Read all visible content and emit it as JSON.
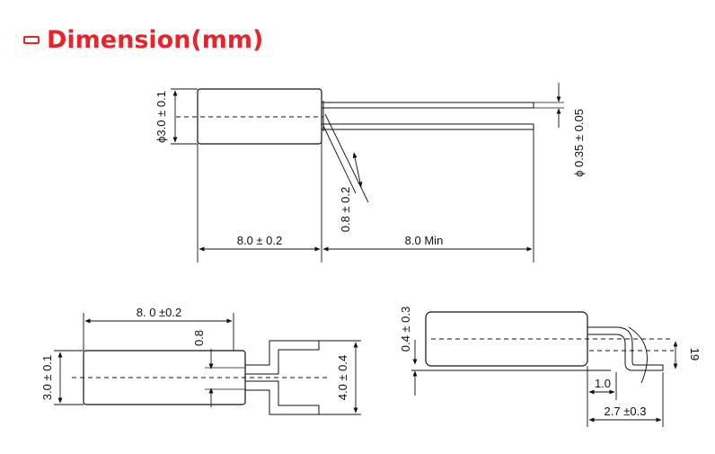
{
  "header": {
    "icon": "minus-box-icon",
    "accent_color": "#e8232a",
    "title": "Dimension(mm)"
  },
  "top_view": {
    "diameter_body": "ϕ3.0 ± 0.1",
    "lead_diameter": "ϕ 0.35 ± 0.05",
    "lead_spacing": "0.8 ± 0.2",
    "body_length": "8.0 ± 0.2",
    "lead_length": "8.0 Min"
  },
  "smd_side_view": {
    "body_length": "8. 0 ±0.2",
    "lead_gap": "0.8",
    "body_height": "3.0 ± 0.1",
    "lead_span": "4.0 ± 0.4"
  },
  "smd_end_view": {
    "offset": "0.4 ± 0.3",
    "lead_height": "19",
    "lead_width": "1.0",
    "total_width": "2.7 ±0.3"
  }
}
